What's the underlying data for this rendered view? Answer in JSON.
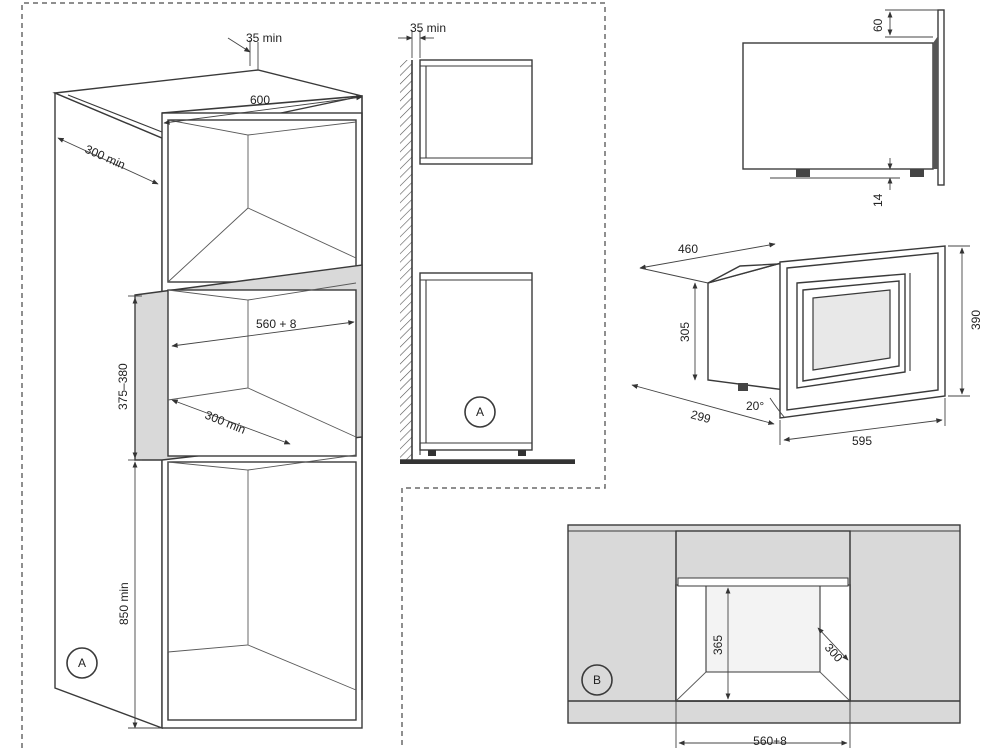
{
  "labels": {
    "cab_35min": "35 min",
    "cab_600": "600",
    "cab_300min_top": "300 min",
    "cab_560_8": "560 + 8",
    "cab_375_380": "375–380",
    "cab_300min_shelf": "300 min",
    "cab_850min": "850 min",
    "cab_marker": "A",
    "side_35min": "35 min",
    "side_marker": "A",
    "top_60": "60",
    "top_14": "14",
    "oven_460": "460",
    "oven_305": "305",
    "oven_390": "390",
    "oven_299": "299",
    "oven_20deg": "20°",
    "oven_595": "595",
    "front_365": "365",
    "front_300": "300",
    "front_560_8": "560+8",
    "front_marker": "B"
  }
}
